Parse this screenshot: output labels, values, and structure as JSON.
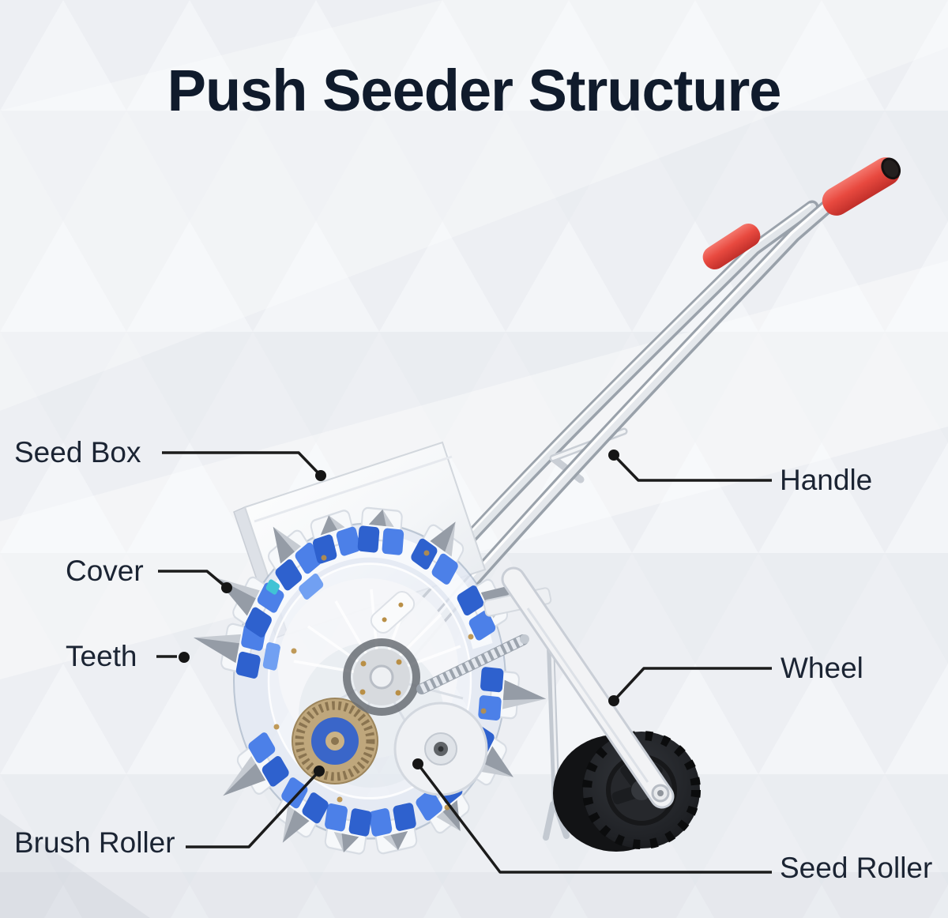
{
  "title": "Push Seeder Structure",
  "callouts": {
    "seed_box": {
      "label": "Seed Box",
      "side": "left"
    },
    "cover": {
      "label": "Cover",
      "side": "left"
    },
    "teeth": {
      "label": "Teeth",
      "side": "left"
    },
    "brush_roller": {
      "label": "Brush Roller",
      "side": "left"
    },
    "handle": {
      "label": "Handle",
      "side": "right"
    },
    "wheel": {
      "label": "Wheel",
      "side": "right"
    },
    "seed_roller": {
      "label": "Seed Roller",
      "side": "right"
    }
  },
  "colors": {
    "title": "#101b2c",
    "label": "#1b2433",
    "leader_line": "#1b1b1b",
    "grip_red": "#e8493f",
    "part_blue": "#2e61ce",
    "part_blue_light": "#4c80e8",
    "accent_teal": "#40c3d5",
    "tire_black": "#1d1f23",
    "metal_silver": "#d9dde3",
    "brush_tan": "#bfa77c",
    "background": "#eef0f4"
  }
}
